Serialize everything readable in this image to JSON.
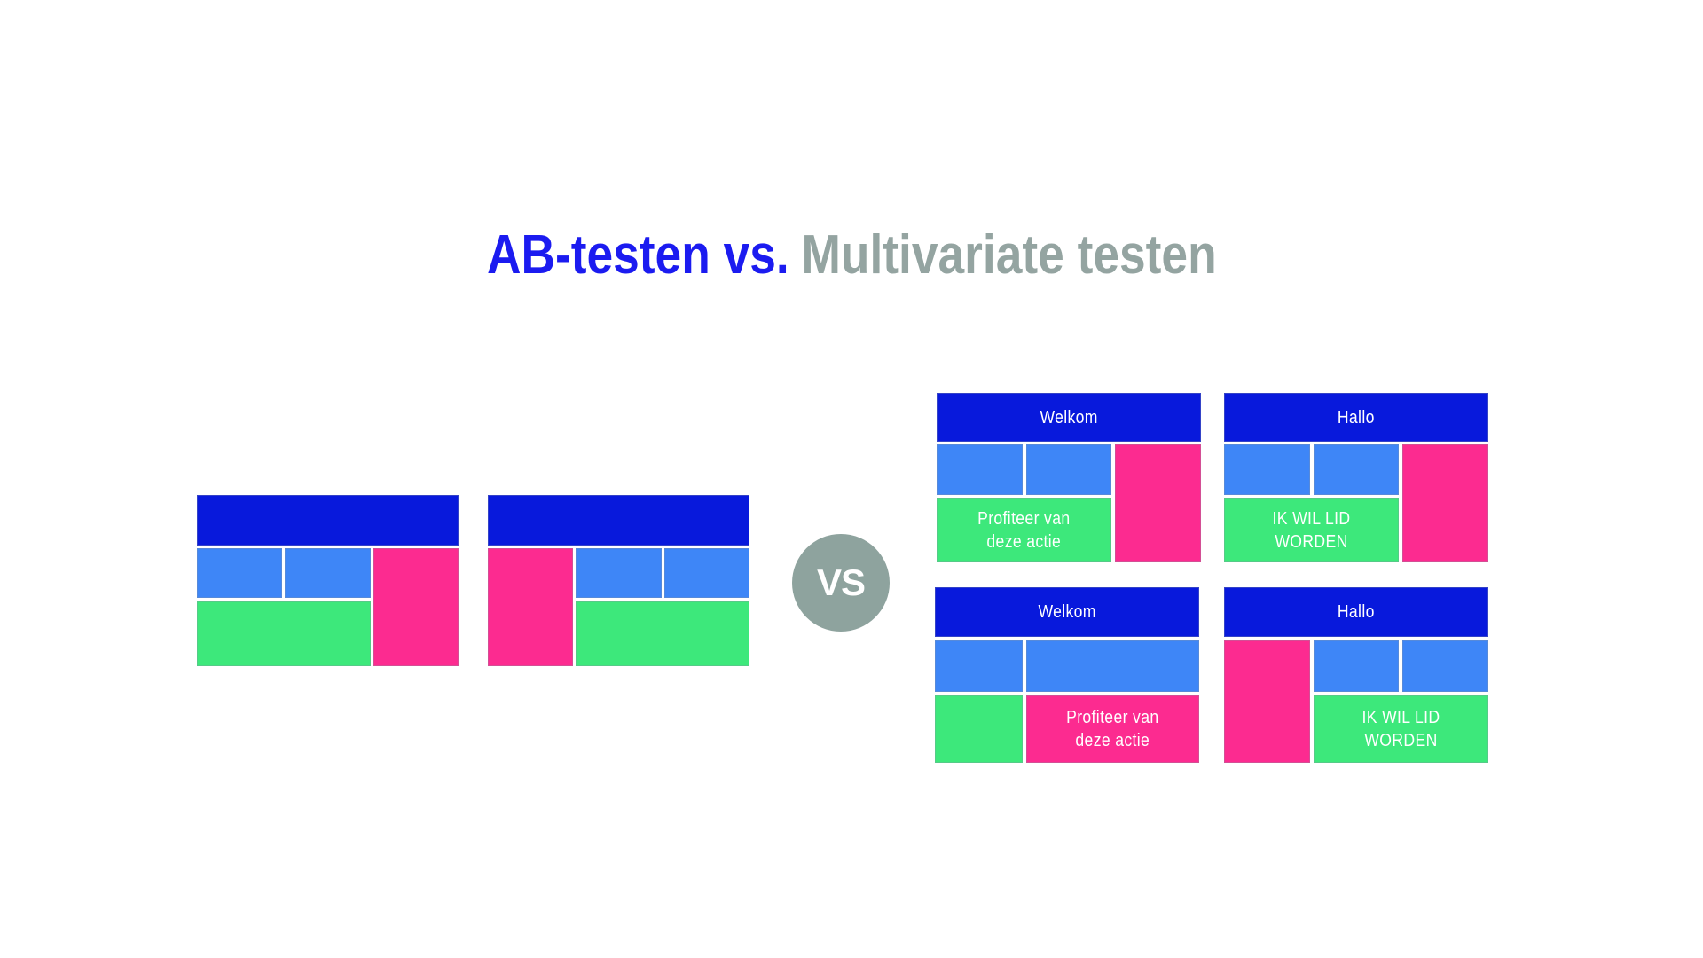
{
  "title": {
    "ab_part": "AB-testen vs.",
    "mv_part": "Multivariate testen"
  },
  "vs_badge": {
    "label": "VS"
  },
  "palette": {
    "header_blue": "#0819DC",
    "light_blue": "#3E86F7",
    "pink": "#FC2B90",
    "green": "#3DE87B",
    "title_blue": "#1B1BF0",
    "title_gray": "#94A4A1",
    "vs_circle_gray": "#8EA39E",
    "background": "#FFFFFF",
    "label_text": "#FFFFFF"
  },
  "ab_test": {
    "variant_a": {
      "description": "wireframe variant A"
    },
    "variant_b": {
      "description": "wireframe variant B"
    }
  },
  "multivariate": {
    "card_top_left": {
      "header": "Welkom",
      "cta_lines": [
        "Profiteer van",
        "deze actie"
      ]
    },
    "card_top_right": {
      "header": "Hallo",
      "cta": "IK WIL LID WORDEN"
    },
    "card_bottom_left": {
      "header": "Welkom",
      "cta_lines": [
        "Profiteer van",
        "deze actie"
      ]
    },
    "card_bottom_right": {
      "header": "Hallo",
      "cta": "IK WIL LID WORDEN"
    }
  }
}
